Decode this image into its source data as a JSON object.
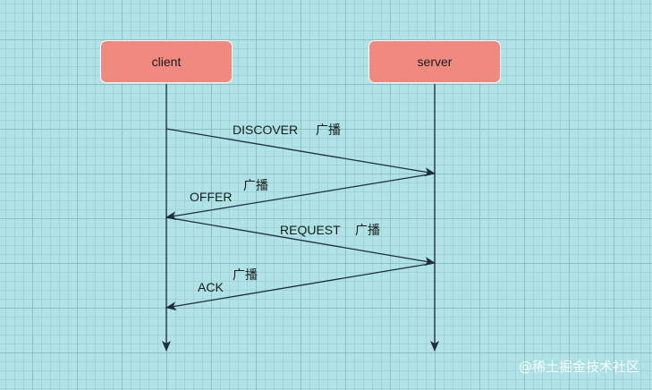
{
  "actors": {
    "client": "client",
    "server": "server"
  },
  "messages": [
    {
      "from": "client",
      "to": "server",
      "label": "DISCOVER",
      "note": "广播"
    },
    {
      "from": "server",
      "to": "client",
      "label": "OFFER",
      "note": "广播"
    },
    {
      "from": "client",
      "to": "server",
      "label": "REQUEST",
      "note": "广播"
    },
    {
      "from": "server",
      "to": "client",
      "label": "ACK",
      "note": "广播"
    }
  ],
  "watermark": "@稀土掘金技术社区",
  "colors": {
    "background": "#b0e3e6",
    "actor_fill": "#f08a80",
    "actor_border": "#ffffff",
    "line": "#1e2d3d"
  }
}
